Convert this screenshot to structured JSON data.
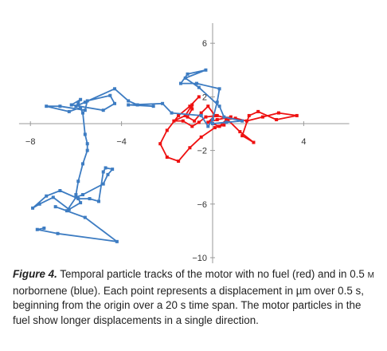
{
  "chart_data": {
    "type": "line",
    "xlim": [
      -8.5,
      6
    ],
    "ylim": [
      -10.5,
      7.5
    ],
    "x_ticks": [
      {
        "value": -8,
        "label": "−8"
      },
      {
        "value": -4,
        "label": "−4"
      },
      {
        "value": 4,
        "label": "4"
      }
    ],
    "y_ticks": [
      {
        "value": 6,
        "label": "6"
      },
      {
        "value": 2,
        "label": "2"
      },
      {
        "value": -2,
        "label": "−2"
      },
      {
        "value": -6,
        "label": "−6"
      },
      {
        "value": -10,
        "label": "−10"
      }
    ],
    "grid": false,
    "legend": "none",
    "series": [
      {
        "color": "#ee1111",
        "points": [
          [
            0,
            0
          ],
          [
            0.3,
            -0.2
          ],
          [
            0.6,
            0.3
          ],
          [
            1.0,
            0.4
          ],
          [
            1.5,
            0.2
          ],
          [
            2.2,
            0.5
          ],
          [
            2.9,
            0.8
          ],
          [
            3.7,
            0.6
          ],
          [
            2.8,
            0.3
          ],
          [
            2.0,
            0.9
          ],
          [
            1.6,
            0.6
          ],
          [
            1.3,
            -0.9
          ],
          [
            1.8,
            -1.4
          ],
          [
            1.2,
            -0.6
          ],
          [
            0.6,
            0.4
          ],
          [
            0.2,
            0.6
          ],
          [
            -0.3,
            0.5
          ],
          [
            -0.6,
            0.1
          ],
          [
            -0.9,
            -0.2
          ],
          [
            -1.3,
            0.2
          ],
          [
            -1.7,
            0.2
          ],
          [
            -1.2,
            0.6
          ],
          [
            -0.9,
            1.4
          ],
          [
            -0.9,
            1.1
          ],
          [
            -1.1,
            0.5
          ],
          [
            -0.8,
            0.2
          ],
          [
            -0.5,
            0.8
          ],
          [
            -0.2,
            1.3
          ],
          [
            0.1,
            0.6
          ],
          [
            -0.2,
            0.1
          ],
          [
            0.2,
            0.3
          ],
          [
            0.8,
            0.5
          ],
          [
            0.5,
            -0.1
          ],
          [
            0.1,
            -0.3
          ],
          [
            -0.5,
            -1.0
          ],
          [
            -1.0,
            -1.8
          ],
          [
            -1.5,
            -2.8
          ],
          [
            -2.0,
            -2.5
          ],
          [
            -2.3,
            -1.5
          ],
          [
            -2.0,
            -0.5
          ],
          [
            -1.5,
            0.6
          ],
          [
            -1.0,
            1.3
          ],
          [
            -0.6,
            2.0
          ]
        ]
      },
      {
        "color": "#3d7cc2",
        "points": [
          [
            0,
            0
          ],
          [
            0.6,
            0.1
          ],
          [
            1.3,
            0.2
          ],
          [
            0.5,
            0.5
          ],
          [
            0.3,
            1.3
          ],
          [
            -0.6,
            2.7
          ],
          [
            -1.2,
            3.4
          ],
          [
            -0.3,
            4.0
          ],
          [
            -1.1,
            3.7
          ],
          [
            -1.4,
            3.0
          ],
          [
            -0.7,
            3.0
          ],
          [
            0.3,
            2.6
          ],
          [
            0.2,
            1.6
          ],
          [
            0.0,
            0.3
          ],
          [
            -0.2,
            -0.2
          ],
          [
            -0.5,
            0.6
          ],
          [
            -1.8,
            0.8
          ],
          [
            -2.2,
            1.5
          ],
          [
            -3.7,
            1.4
          ],
          [
            -2.6,
            1.3
          ],
          [
            -3.3,
            1.4
          ],
          [
            -3.7,
            1.7
          ],
          [
            -4.3,
            2.6
          ],
          [
            -5.6,
            1.6
          ],
          [
            -6.0,
            1.3
          ],
          [
            -5.8,
            1.8
          ],
          [
            -6.2,
            1.4
          ],
          [
            -4.8,
            1.0
          ],
          [
            -4.3,
            1.5
          ],
          [
            -4.5,
            2.1
          ],
          [
            -5.5,
            1.7
          ],
          [
            -5.6,
            1.0
          ],
          [
            -6.7,
            1.3
          ],
          [
            -7.3,
            1.3
          ],
          [
            -6.3,
            0.9
          ],
          [
            -5.8,
            1.2
          ],
          [
            -5.9,
            1.5
          ],
          [
            -5.7,
            0.8
          ],
          [
            -5.6,
            -0.8
          ],
          [
            -5.5,
            -1.5
          ],
          [
            -5.5,
            -2.0
          ],
          [
            -5.7,
            -3.0
          ],
          [
            -5.9,
            -4.3
          ],
          [
            -6.0,
            -5.3
          ],
          [
            -5.8,
            -5.9
          ],
          [
            -6.3,
            -6.4
          ],
          [
            -7.0,
            -5.5
          ],
          [
            -7.6,
            -6.0
          ],
          [
            -7.9,
            -6.3
          ],
          [
            -7.3,
            -5.4
          ],
          [
            -6.7,
            -5.0
          ],
          [
            -5.9,
            -5.6
          ],
          [
            -5.4,
            -5.6
          ],
          [
            -5.0,
            -5.8
          ],
          [
            -4.8,
            -3.6
          ],
          [
            -4.7,
            -3.3
          ],
          [
            -4.4,
            -3.4
          ],
          [
            -4.6,
            -3.8
          ],
          [
            -4.8,
            -4.5
          ],
          [
            -5.7,
            -5.3
          ],
          [
            -6.0,
            -5.5
          ],
          [
            -6.4,
            -6.5
          ],
          [
            -6.9,
            -6.2
          ],
          [
            -5.6,
            -7.0
          ],
          [
            -4.2,
            -8.8
          ],
          [
            -6.8,
            -8.2
          ],
          [
            -7.7,
            -7.9
          ],
          [
            -7.4,
            -7.8
          ]
        ]
      }
    ]
  },
  "caption": {
    "figure_label": "Figure 4.",
    "text_before_sc": " Temporal particle tracks of the motor with no fuel (red) and in 0.5",
    "small_caps": "M",
    "text_after_sc": " norbornene (blue). Each point represents a displacement in µm over 0.5 s, beginning from the origin over a 20 s time span. The motor particles in the fuel show longer displacements in a single direction."
  }
}
